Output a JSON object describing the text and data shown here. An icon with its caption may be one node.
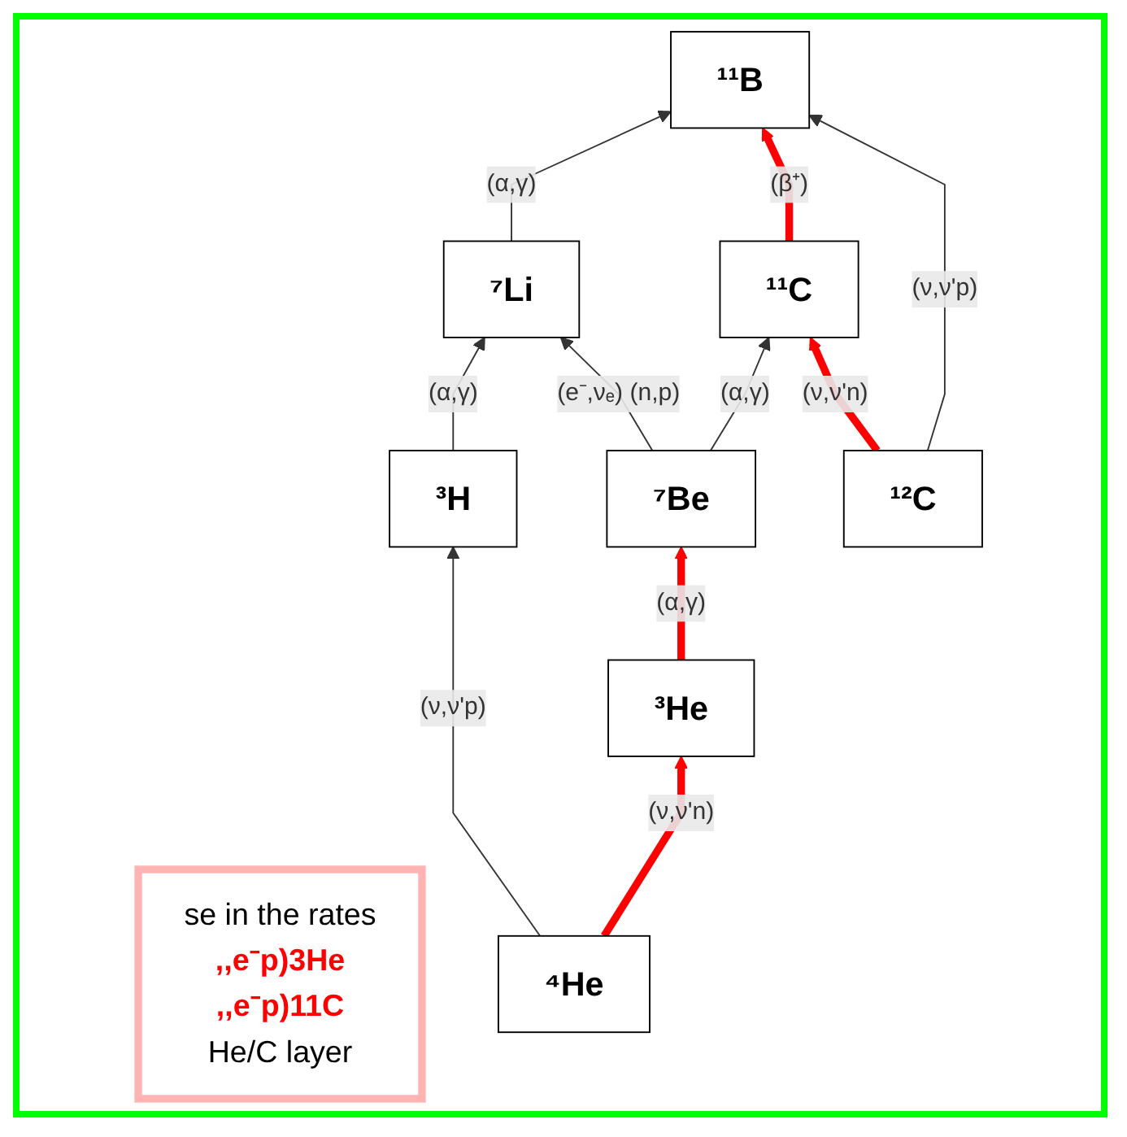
{
  "diagram": {
    "nodes": [
      {
        "text": [
          "se in the rates",
          ",,e⁻p)3He",
          ",,e⁻p)11C",
          "He/C layer"
        ]
      },
      {
        "text": [
          "¹¹C"
        ]
      },
      {
        "text": [
          "¹²C"
        ]
      },
      {
        "text": [
          "¹¹B"
        ]
      },
      {
        "text": [
          "⁷Be"
        ]
      },
      {
        "text": [
          "⁷Li"
        ]
      },
      {
        "text": [
          "³He"
        ]
      },
      {
        "text": [
          "⁴He"
        ]
      },
      {
        "text": [
          "³H"
        ]
      }
    ],
    "edges": [
      {
        "from": 7,
        "to": 6,
        "arrow": "to",
        "label": "(ν,ν'n)",
        "style": "thick",
        "color": "#ff0000"
      },
      {
        "from": 7,
        "to": 8,
        "arrow": "to",
        "label": "(ν,ν'p)"
      },
      {
        "from": 6,
        "to": 4,
        "arrow": "to",
        "label": "(α,γ)",
        "style": "thick",
        "color": "#ff0000"
      },
      {
        "from": 8,
        "to": 5,
        "arrow": "to",
        "label": "(α,γ)"
      },
      {
        "from": 4,
        "to": 5,
        "arrow": "to",
        "label": "(e⁻,νₑ) (n,p)"
      },
      {
        "from": 4,
        "to": 1,
        "arrow": "to",
        "label": "(α,γ)"
      },
      {
        "from": 5,
        "to": 3,
        "arrow": "to",
        "label": "(α,γ)"
      },
      {
        "from": 2,
        "to": 1,
        "arrow": "to",
        "label": "(ν,ν'n)",
        "style": "thick",
        "color": "#ff0000"
      },
      {
        "from": 1,
        "to": 3,
        "arrow": "to",
        "label": "(β⁺)",
        "style": "thick",
        "color": "#ff0000"
      },
      {
        "from": 2,
        "to": 3,
        "arrow": "to",
        "label": "(ν,ν'p)"
      }
    ]
  }
}
